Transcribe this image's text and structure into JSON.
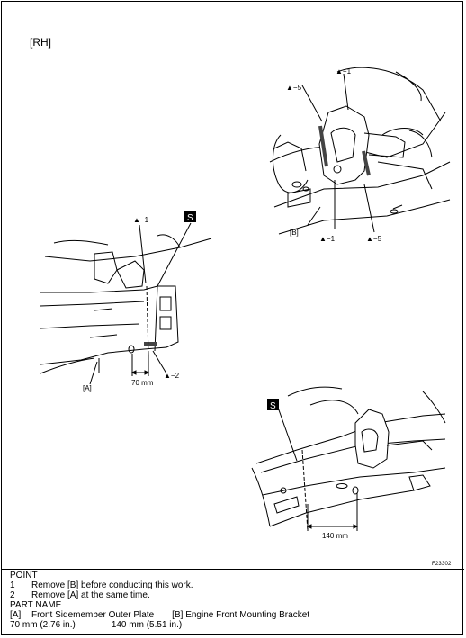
{
  "figure": {
    "side_label": "[RH]",
    "figure_id": "F23302",
    "top_right": {
      "label_a5": "▲−5",
      "label_a1_top": "▲−1",
      "label_bracket": "[B]",
      "label_a1_bottom": "▲−1",
      "label_a5_bottom": "▲−5"
    },
    "middle_left": {
      "label_a1": "▲−1",
      "cut_symbol": "S",
      "label_plate": "[A]",
      "dimension": "70 mm",
      "label_a2": "▲−2"
    },
    "bottom_right": {
      "cut_symbol": "S",
      "dimension": "140 mm"
    }
  },
  "notes": {
    "point_heading": "POINT",
    "point_items": [
      {
        "num": "1",
        "text": "Remove [B] before conducting this work."
      },
      {
        "num": "2",
        "text": "Remove [A] at the same time."
      }
    ],
    "part_heading": "PART NAME",
    "parts": [
      {
        "key": "[A]",
        "name": "Front Sidemember Outer Plate"
      },
      {
        "key": "[B]",
        "name": "Engine Front Mounting Bracket"
      }
    ],
    "dimensions": [
      "70 mm (2.76 in.)",
      "140 mm (5.51 in.)"
    ]
  }
}
